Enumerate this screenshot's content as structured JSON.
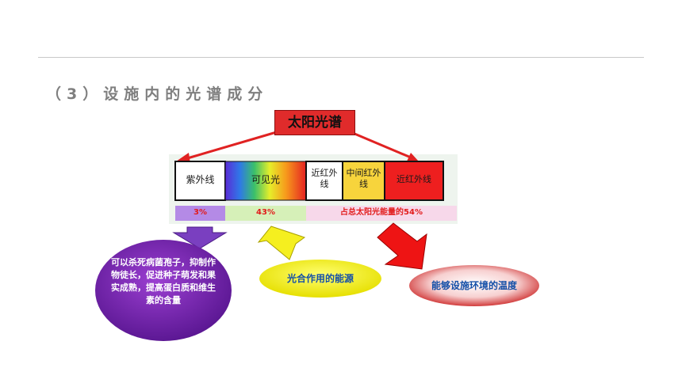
{
  "section_title": "（3）设施内的光谱成分",
  "diagram_title": "太阳光谱",
  "bands": [
    {
      "label": "紫外线"
    },
    {
      "label": "可见光"
    },
    {
      "label": "近红外线"
    },
    {
      "label": "中间红外线"
    },
    {
      "label": "近红外线"
    }
  ],
  "percent_row": {
    "uv": "3%",
    "visible": "43%",
    "infrared": "占总太阳光能量的54%"
  },
  "effects": {
    "uv": "可以杀死病菌孢子，抑制作物徒长，促进种子萌发和果实成熟，提高蛋白质和维生素的含量",
    "visible": "光合作用的能源",
    "infrared": "能够设施环境的温度"
  },
  "colors": {
    "title_red": "#e02b2b",
    "uv_purple": "#8a2fbf",
    "visible_yellow": "#f2ef1e",
    "ir_red": "#e8141b",
    "title_text_gray": "#7f7f7f",
    "effect_text_blue": "#1550a8"
  }
}
